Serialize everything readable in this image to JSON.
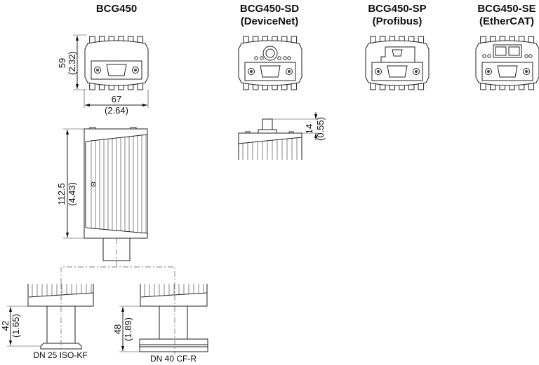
{
  "titles": {
    "bcg450": "BCG450",
    "sd": "BCG450-SD",
    "sd_sub": "(DeviceNet)",
    "sp": "BCG450-SP",
    "sp_sub": "(Profibus)",
    "se": "BCG450-SE",
    "se_sub": "(EtherCAT)"
  },
  "dimensions": {
    "height_mm": "59",
    "height_in": "(2.32)",
    "width_mm": "67",
    "width_in": "(2.64)",
    "length_mm": "112.5",
    "length_in": "(4.43)",
    "connector_mm": "14",
    "connector_in": "(0.55)",
    "kf_mm": "42",
    "kf_in": "(1.65)",
    "cf_mm": "48",
    "cf_in": "(1.89)"
  },
  "flanges": {
    "kf_label": "DN 25 ISO-KF",
    "cf_label": "DN 40 CF-R"
  }
}
